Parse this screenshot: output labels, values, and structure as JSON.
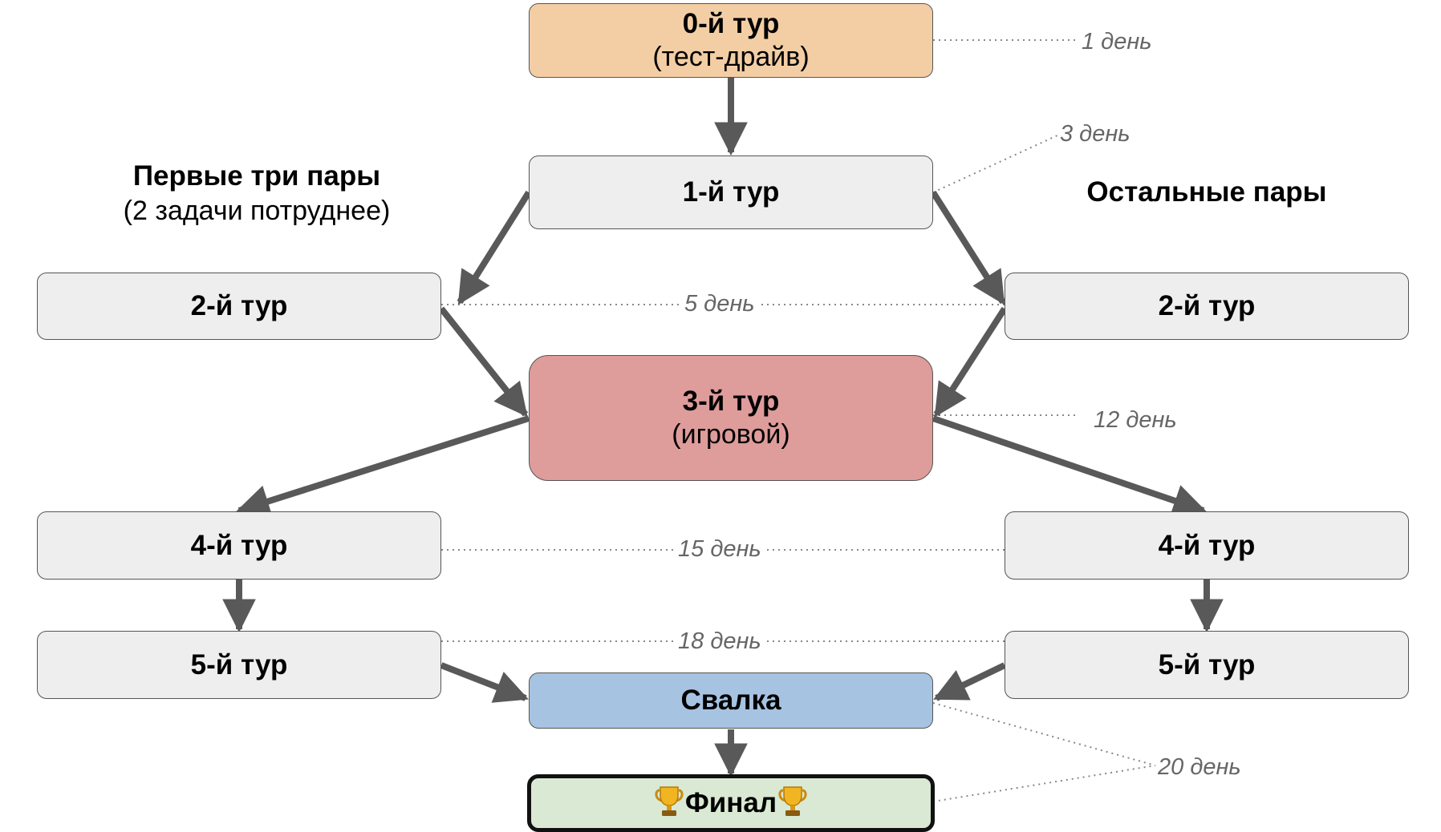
{
  "headings": {
    "left": {
      "title": "Первые три пары",
      "subtitle": "(2 задачи потруднее)"
    },
    "right": {
      "title": "Остальные пары"
    }
  },
  "nodes": {
    "tour0": {
      "title": "0-й тур",
      "subtitle": "(тест-драйв)",
      "color": "#f3cea5"
    },
    "tour1": {
      "title": "1-й тур",
      "color": "#eeeeee"
    },
    "tour2_left": {
      "title": "2-й тур",
      "color": "#eeeeee"
    },
    "tour2_right": {
      "title": "2-й тур",
      "color": "#eeeeee"
    },
    "tour3": {
      "title": "3-й тур",
      "subtitle": "(игровой)",
      "color": "#de9c9b"
    },
    "tour4_left": {
      "title": "4-й тур",
      "color": "#eeeeee"
    },
    "tour4_right": {
      "title": "4-й тур",
      "color": "#eeeeee"
    },
    "tour5_left": {
      "title": "5-й тур",
      "color": "#eeeeee"
    },
    "tour5_right": {
      "title": "5-й тур",
      "color": "#eeeeee"
    },
    "svalka": {
      "title": "Свалка",
      "color": "#a7c3e2"
    },
    "final": {
      "title": "Финал",
      "icon": "trophy-icon",
      "color": "#d9e9d3"
    }
  },
  "days": {
    "d1": "1 день",
    "d3": "3 день",
    "d5": "5 день",
    "d12": "12 день",
    "d15": "15 день",
    "d18": "18 день",
    "d20": "20 день"
  },
  "edges": [
    [
      "tour0",
      "tour1"
    ],
    [
      "tour1",
      "tour2_left"
    ],
    [
      "tour1",
      "tour2_right"
    ],
    [
      "tour2_left",
      "tour3"
    ],
    [
      "tour2_right",
      "tour3"
    ],
    [
      "tour3",
      "tour4_left"
    ],
    [
      "tour3",
      "tour4_right"
    ],
    [
      "tour4_left",
      "tour5_left"
    ],
    [
      "tour4_right",
      "tour5_right"
    ],
    [
      "tour5_left",
      "svalka"
    ],
    [
      "tour5_right",
      "svalka"
    ],
    [
      "svalka",
      "final"
    ]
  ],
  "colors": {
    "arrow": "#595959",
    "dotted": "#888888",
    "day_text": "#666666"
  }
}
